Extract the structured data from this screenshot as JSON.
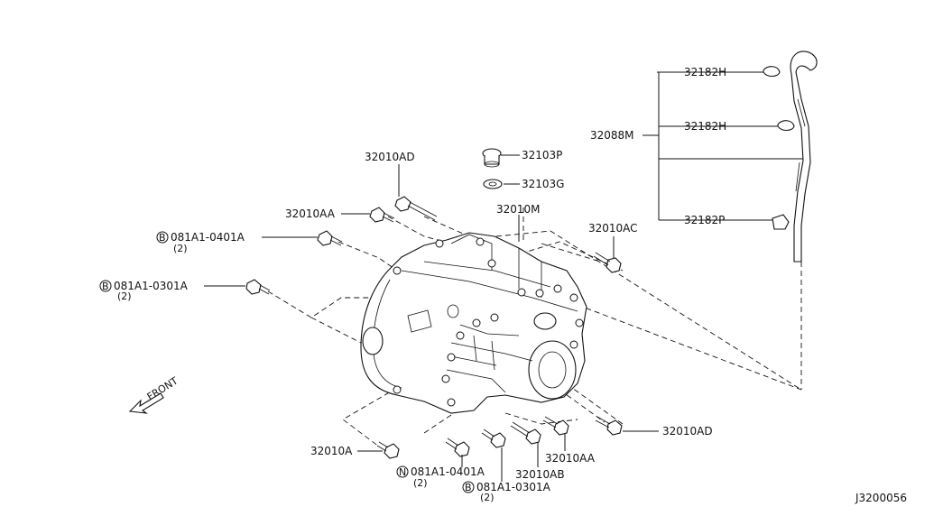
{
  "diagram_id": "J3200056",
  "front_label": "FRONT",
  "callouts": {
    "c32010AD_top": "32010AD",
    "c32103P": "32103P",
    "c32103G": "32103G",
    "c32010AA_top": "32010AA",
    "c32010M": "32010M",
    "c32010AC": "32010AC",
    "c081A1_0401A_top": "081A1-0401A",
    "c081A1_0401A_top_qty": "(2)",
    "c081A1_0301A_left": "081A1-0301A",
    "c081A1_0301A_left_qty": "(2)",
    "c32182H_1": "32182H",
    "c32182H_2": "32182H",
    "c32088M": "32088M",
    "c32182P": "32182P",
    "c32010AD_bottom": "32010AD",
    "c32010AA_bottom": "32010AA",
    "c32010A": "32010A",
    "c32010AB": "32010AB",
    "c081A1_0401A_bottom": "081A1-0401A",
    "c081A1_0401A_bottom_qty": "(2)",
    "c081A1_0301A_bottom": "081A1-0301A",
    "c081A1_0301A_bottom_qty": "(2)"
  },
  "prefix_letters": {
    "b1": "B",
    "b2": "B",
    "b3": "B",
    "n1": "N"
  }
}
